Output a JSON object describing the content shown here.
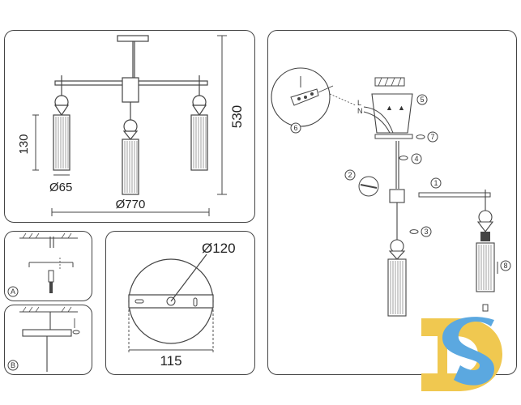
{
  "dimensions": {
    "height_total": "530",
    "shade_height": "130",
    "shade_diameter": "Ø65",
    "span_diameter": "Ø770",
    "canopy_diameter": "Ø120",
    "bracket_width": "115"
  },
  "step_labels": {
    "a": "A",
    "b": "B",
    "n1": "1",
    "n2": "2",
    "n3": "3",
    "n4": "4",
    "n5": "5",
    "n6": "6",
    "n7": "7",
    "n8": "8"
  },
  "wire_labels": {
    "l": "L",
    "n": "N"
  },
  "watermark": "DS",
  "colors": {
    "line": "#444444",
    "watermark_yellow": "#F0C850",
    "watermark_blue": "#5BA8E0"
  }
}
